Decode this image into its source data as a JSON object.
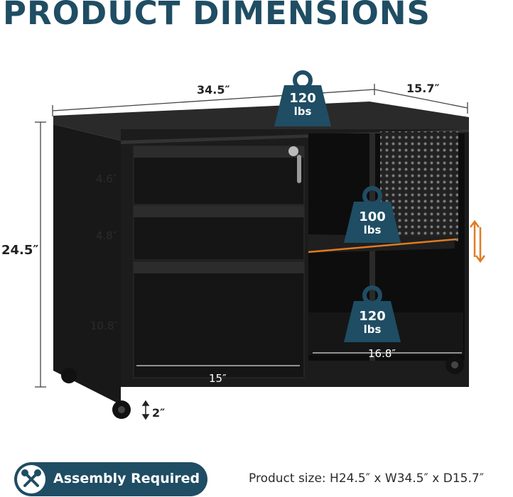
{
  "title": "PRODUCT DIMENSIONS",
  "dimensions": {
    "width": "34.5″",
    "depth": "15.7″",
    "height": "24.5″",
    "drawer1": "4.6″",
    "drawer2": "4.8″",
    "drawer3": "10.8″",
    "drawer_width": "15″",
    "shelf_width": "16.8″",
    "caster_height": "2″"
  },
  "weights": {
    "top": {
      "value": "120",
      "unit": "lbs"
    },
    "shelf": {
      "value": "100",
      "unit": "lbs"
    },
    "bottom": {
      "value": "120",
      "unit": "lbs"
    }
  },
  "badge": {
    "label": "Assembly Required"
  },
  "product_size": "Product size: H24.5″ x W34.5″ x D15.7″",
  "colors": {
    "brand": "#1f4d63",
    "cabinet": "#1c1c1c",
    "shelf_highlight": "#e07b23"
  },
  "icons": [
    "weight-icon",
    "wrench-screwdriver-icon",
    "adjustable-arrows-icon"
  ]
}
